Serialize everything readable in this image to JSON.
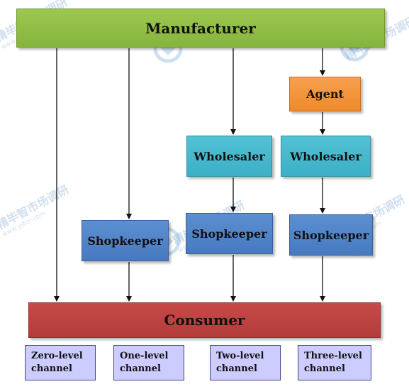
{
  "nodes": {
    "manufacturer": "Manufacturer",
    "agent": "Agent",
    "wholesaler_1": "Wholesaler",
    "wholesaler_2": "Wholesaler",
    "shopkeeper_1": "Shopkeeper",
    "shopkeeper_2": "Shopkeeper",
    "shopkeeper_3": "Shopkeeper",
    "consumer": "Consumer"
  },
  "channels": [
    {
      "line1": "Zero-level",
      "line2": "channel"
    },
    {
      "line1": "One-level",
      "line2": "channel"
    },
    {
      "line1": "Two-level",
      "line2": "channel"
    },
    {
      "line1": "Three-level",
      "line2": "channel"
    }
  ],
  "watermark": {
    "text": "精毕智市场调研",
    "url": "www.yjbzr.com"
  },
  "colors": {
    "manufacturer": "#8fbc45",
    "agent": "#f0923a",
    "wholesaler": "#48b8cc",
    "shopkeeper": "#5083c8",
    "consumer": "#bd4543",
    "channel": "#ccccff"
  }
}
